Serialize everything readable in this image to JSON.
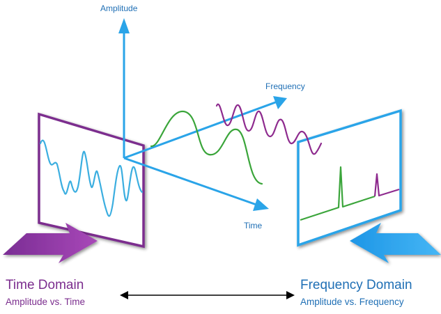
{
  "axes": {
    "amplitude_label": "Amplitude",
    "frequency_label": "Frequency",
    "time_label": "Time"
  },
  "time_domain": {
    "title": "Time Domain",
    "subtitle": "Amplitude vs. Time"
  },
  "frequency_domain": {
    "title": "Frequency Domain",
    "subtitle": "Amplitude vs. Frequency"
  },
  "colors": {
    "time_domain": "#7b2d8e",
    "frequency_domain": "#2aa4e8",
    "axis": "#2aa4e8",
    "axis_text": "#1f6fb5",
    "low_frequency_wave": "#3aa53a",
    "high_frequency_wave": "#8e2b8e",
    "signal": "#3aaee0"
  }
}
